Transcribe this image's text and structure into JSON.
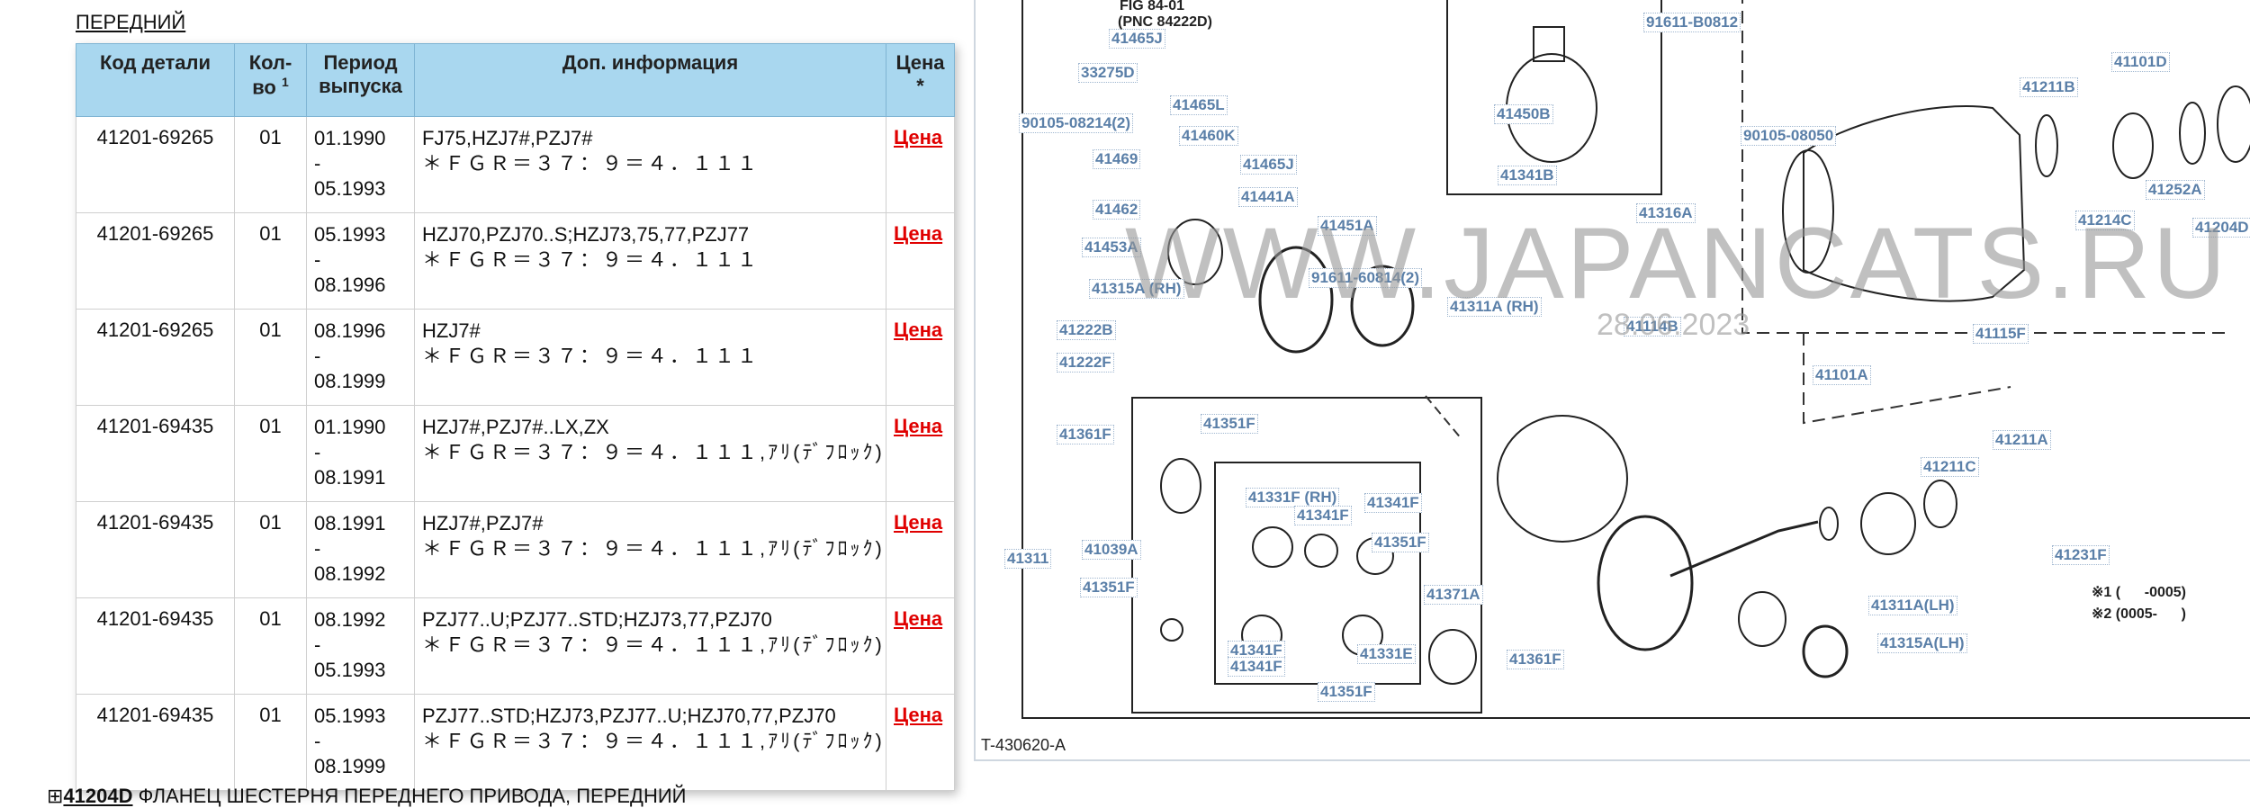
{
  "section": {
    "title": "ПЕРЕДНИЙ"
  },
  "table": {
    "headers": {
      "code": "Код детали",
      "qty": "Кол-во",
      "qty_note": "1",
      "period": "Период выпуска",
      "info": "Доп. информация",
      "price": "Цена",
      "price_note": "*"
    },
    "rows": [
      {
        "code": "41201-69265",
        "qty": "01",
        "from": "01.1990",
        "dash": "-",
        "to": "05.1993",
        "models": "FJ75,HZJ7#,PZJ7#",
        "extra": "＊ＦＧＲ＝３７：９＝４．１１１",
        "price": "Цена"
      },
      {
        "code": "41201-69265",
        "qty": "01",
        "from": "05.1993",
        "dash": "-",
        "to": "08.1996",
        "models": "HZJ70,PZJ70..S;HZJ73,75,77,PZJ77",
        "extra": "＊ＦＧＲ＝３７：９＝４．１１１",
        "price": "Цена"
      },
      {
        "code": "41201-69265",
        "qty": "01",
        "from": "08.1996",
        "dash": "-",
        "to": "08.1999",
        "models": "HZJ7#",
        "extra": "＊ＦＧＲ＝３７：９＝４．１１１",
        "price": "Цена"
      },
      {
        "code": "41201-69435",
        "qty": "01",
        "from": "01.1990",
        "dash": "-",
        "to": "08.1991",
        "models": "HZJ7#,PZJ7#..LX,ZX",
        "extra": "＊ＦＧＲ＝３７：９＝４．１１１,ｱﾘ(ﾃﾞﾌﾛｯｸ)",
        "price": "Цена"
      },
      {
        "code": "41201-69435",
        "qty": "01",
        "from": "08.1991",
        "dash": "-",
        "to": "08.1992",
        "models": "HZJ7#,PZJ7#",
        "extra": "＊ＦＧＲ＝３７：９＝４．１１１,ｱﾘ(ﾃﾞﾌﾛｯｸ)",
        "price": "Цена"
      },
      {
        "code": "41201-69435",
        "qty": "01",
        "from": "08.1992",
        "dash": "-",
        "to": "05.1993",
        "models": "PZJ77..U;PZJ77..STD;HZJ73,77,PZJ70",
        "extra": "＊ＦＧＲ＝３７：９＝４．１１１,ｱﾘ(ﾃﾞﾌﾛｯｸ)",
        "price": "Цена"
      },
      {
        "code": "41201-69435",
        "qty": "01",
        "from": "05.1993",
        "dash": "-",
        "to": "08.1999",
        "models": "PZJ77..STD;HZJ73,PZJ77..U;HZJ70,77,PZJ70",
        "extra": "＊ＦＧＲ＝３７：９＝４．１１１,ｱﾘ(ﾃﾞﾌﾛｯｸ)",
        "price": "Цена"
      }
    ]
  },
  "bottom": {
    "expander": "⊞",
    "code": "41204D",
    "text": " ФЛАНЕЦ ШЕСТЕРНЯ ПЕРЕДНЕГО ПРИВОДА, ПЕРЕДНИЙ"
  },
  "diagram": {
    "label": "T-430620-A",
    "watermark": "WWW.JAPANCATS.RU",
    "watermark_date": "28.06.2023",
    "fig_ref": "FIG 84-01",
    "fig_ref2": "(PNC 84222D)",
    "legend1": "※1 (      -0005)",
    "legend2": "※2 (0005-      )",
    "parts": [
      "41465J",
      "33275D",
      "90105-08214(2)",
      "41465L",
      "41460K",
      "41469",
      "41465J",
      "41441A",
      "41462",
      "41453A",
      "41451A",
      "41450B",
      "41341B",
      "91611-B0812",
      "90105-08050",
      "41316A",
      "91611-60814(2)",
      "41315A (RH)",
      "41311A (RH)",
      "41222B",
      "41222F",
      "41114B",
      "41101A",
      "41115F",
      "41211B",
      "41101D",
      "41214C",
      "41252A",
      "41204D",
      "41361F",
      "41351F",
      "41331F (RH)",
      "41341F",
      "41341F",
      "41039A",
      "41351F",
      "41351F",
      "41311",
      "41371A",
      "41341F",
      "41331E",
      "41341F",
      "41361F",
      "41351F",
      "41211A",
      "41211C",
      "41231F",
      "41311A(LH)",
      "41315A(LH)"
    ]
  },
  "colors": {
    "header_bg": "#a9d7ef",
    "price_link": "#e00000",
    "label_blue": "#5a7fa8"
  }
}
